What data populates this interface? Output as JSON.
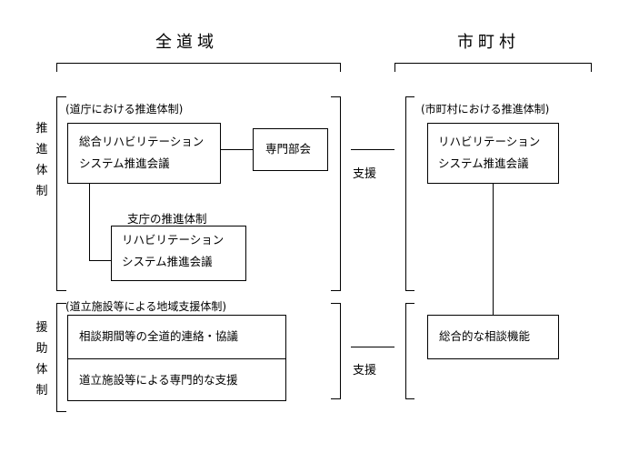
{
  "headers": {
    "left": "全道域",
    "right": "市町村"
  },
  "row_labels": {
    "suishin": [
      "推",
      "進",
      "体",
      "制"
    ],
    "shien": [
      "援",
      "助",
      "体",
      "制"
    ]
  },
  "sections": {
    "dochou": "(道庁における推進体制)",
    "shichouson": "(市町村における推進体制)",
    "dofacility": "(道立施設等による地域支援体制)"
  },
  "boxes": {
    "sougou_line1": "総合リハビリテーション",
    "sougou_line2": "システム推進会議",
    "senmon": "専門部会",
    "shichou_label": "支庁の推進体制",
    "shichou_line1": "リハビリテーション",
    "shichou_line2": "システム推進会議",
    "city_line1": "リハビリテーション",
    "city_line2": "システム推進会議",
    "soudan_kikan": "相談期間等の全道的連絡・協議",
    "senmon_shien": "道立施設等による専門的な支援",
    "sougou_soudan": "総合的な相談機能"
  },
  "links": {
    "support_1": "支援",
    "support_2": "支援"
  }
}
